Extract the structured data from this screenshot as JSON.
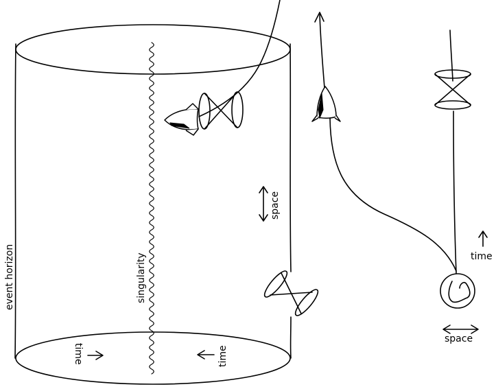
{
  "labels": {
    "event_horizon": "event horizon",
    "singularity": "singularity",
    "space_vertical": "space",
    "time_left": "time",
    "time_right": "time",
    "time_outside": "time",
    "space_outside": "space"
  },
  "colors": {
    "ink": "#000000",
    "background": "#ffffff"
  }
}
